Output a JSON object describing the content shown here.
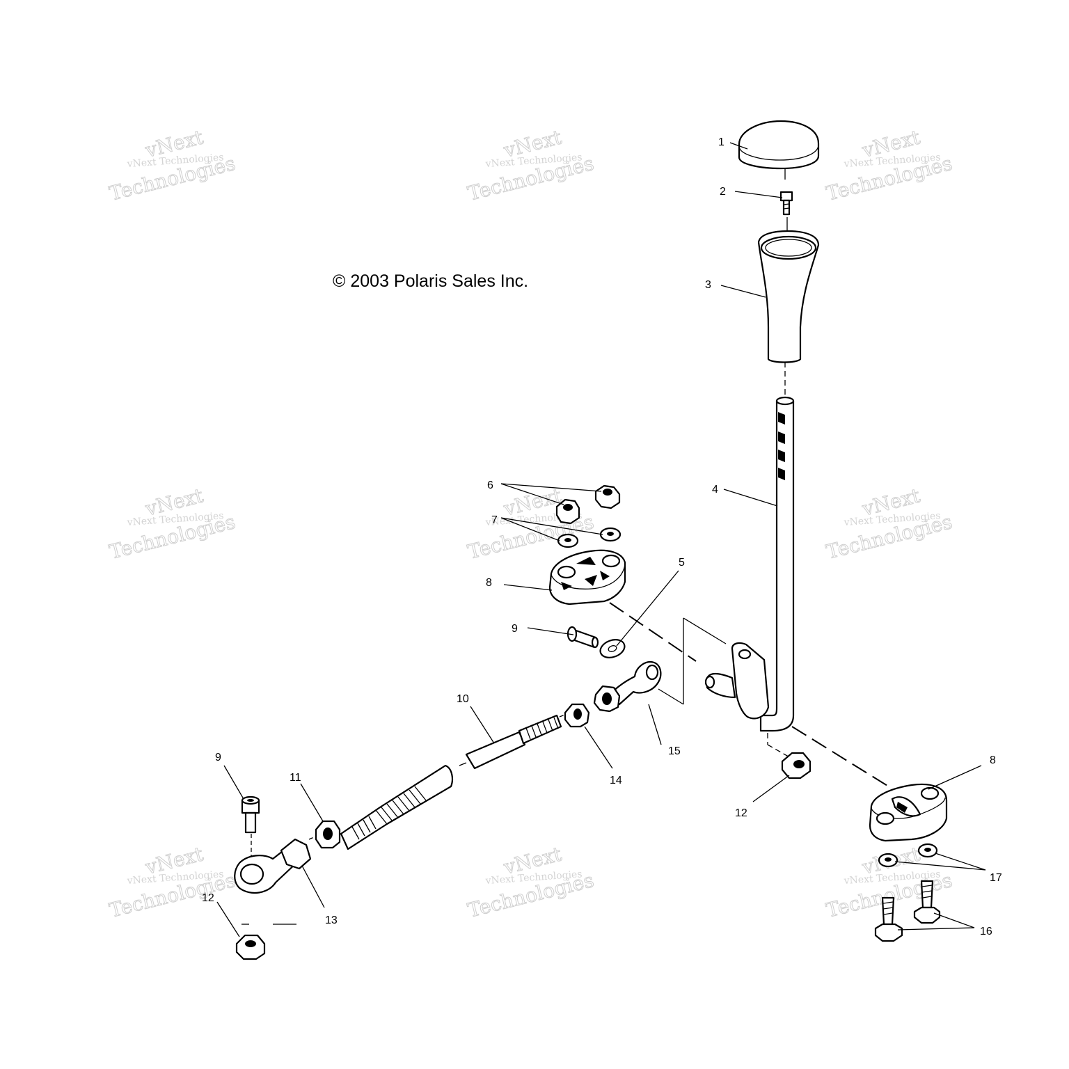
{
  "copyright": "© 2003 Polaris Sales Inc.",
  "watermark": {
    "line1": "vNext Technologies",
    "line2": "vNext",
    "line3": "Technologies"
  },
  "callouts": {
    "c1": "1",
    "c2": "2",
    "c3": "3",
    "c4": "4",
    "c5": "5",
    "c6": "6",
    "c7": "7",
    "c8a": "8",
    "c8b": "8",
    "c9a": "9",
    "c9b": "9",
    "c10": "10",
    "c11": "11",
    "c12a": "12",
    "c12b": "12",
    "c13": "13",
    "c14": "14",
    "c15": "15",
    "c16": "16",
    "c17": "17"
  }
}
